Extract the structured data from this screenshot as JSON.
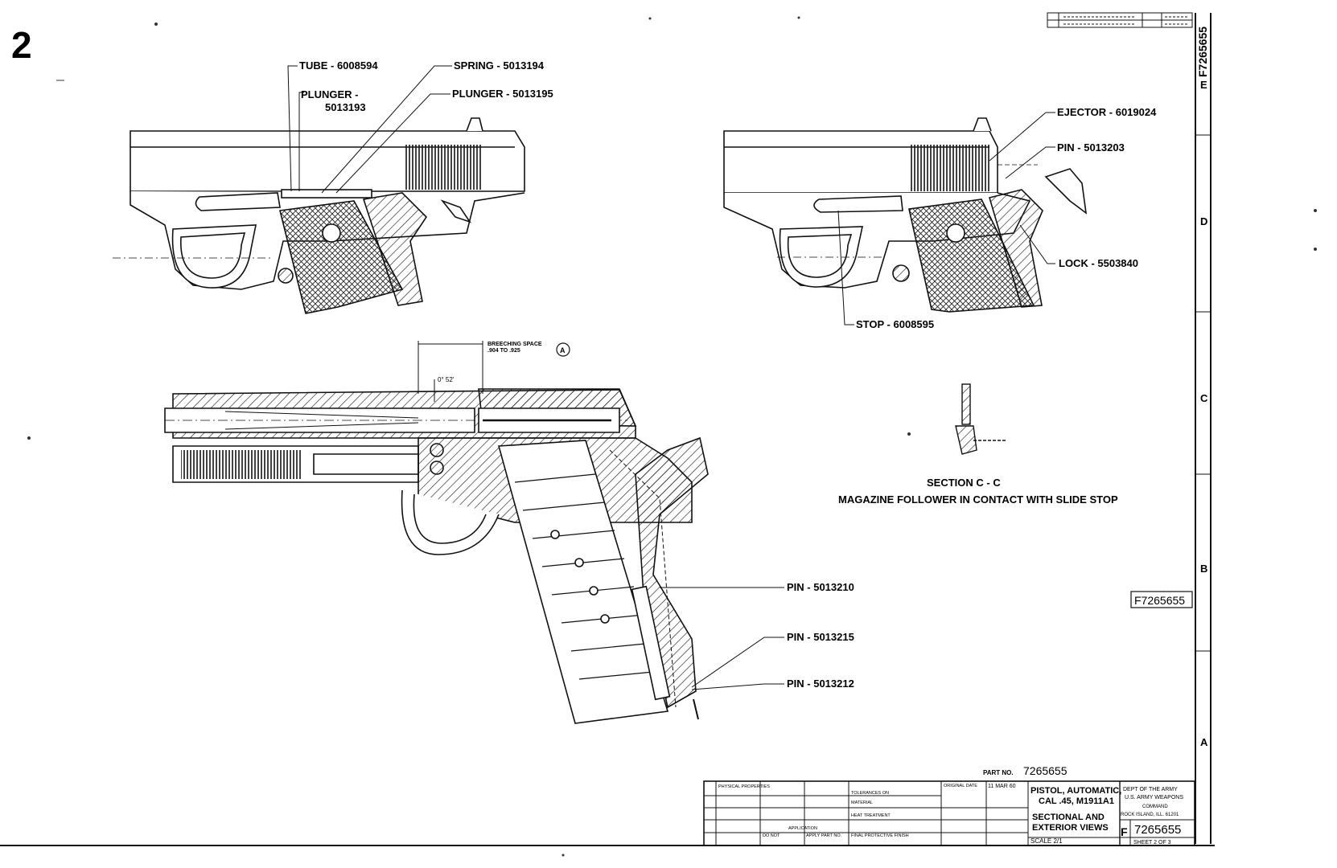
{
  "sheet": {
    "sheet_marker": "2",
    "drawing_number_vertical": "F7265655",
    "zone_letters": [
      "E",
      "D",
      "C",
      "B",
      "A"
    ],
    "drawing_number_box": "F7265655"
  },
  "callouts": {
    "tube": "TUBE - 6008594",
    "spring": "SPRING - 5013194",
    "plunger_a_line1": "PLUNGER -",
    "plunger_a_line2": "5013193",
    "plunger_b": "PLUNGER - 5013195",
    "ejector": "EJECTOR - 6019024",
    "pin_5013203": "PIN - 5013203",
    "lock": "LOCK - 5503840",
    "stop": "STOP - 6008595",
    "breeching_line1": "BREECHING SPACE",
    "breeching_line2": ".904 TO .925",
    "breeching_marker": "A",
    "angle": "0° 52'",
    "pin_5013210": "PIN - 5013210",
    "pin_5013215": "PIN - 5013215",
    "pin_5013212": "PIN - 5013212"
  },
  "section": {
    "title": "SECTION  C - C",
    "caption": "MAGAZINE FOLLOWER IN CONTACT WITH SLIDE STOP"
  },
  "title_block": {
    "part_no_label": "PART NO.",
    "part_no": "7265655",
    "title_line1": "PISTOL, AUTOMATIC,",
    "title_line2": "CAL .45, M1911A1",
    "title_line3": "SECTIONAL AND",
    "title_line4": "EXTERIOR VIEWS",
    "dept_line1": "DEPT OF THE ARMY",
    "dept_line2": "U.S. ARMY WEAPONS",
    "dept_line3": "COMMAND",
    "dept_line4": "ROCK ISLAND, ILL. 61201",
    "size_letter": "F",
    "drawing_no": "7265655",
    "scale": "SCALE 2/1",
    "original_date": "11 MAR 60",
    "sheet_label": "SHEET 2 OF 3",
    "physical_properties": "PHYSICAL PROPERTIES",
    "tolerances": "TOLERANCES ON",
    "material": "MATERIAL",
    "heat_treatment": "HEAT TREATMENT",
    "application": "APPLICATION",
    "final_finish": "FINAL PROTECTIVE FINISH",
    "do_not": "DO NOT",
    "apply_part_no": "APPLY PART NO.",
    "original_date_label": "ORIGINAL DATE"
  }
}
